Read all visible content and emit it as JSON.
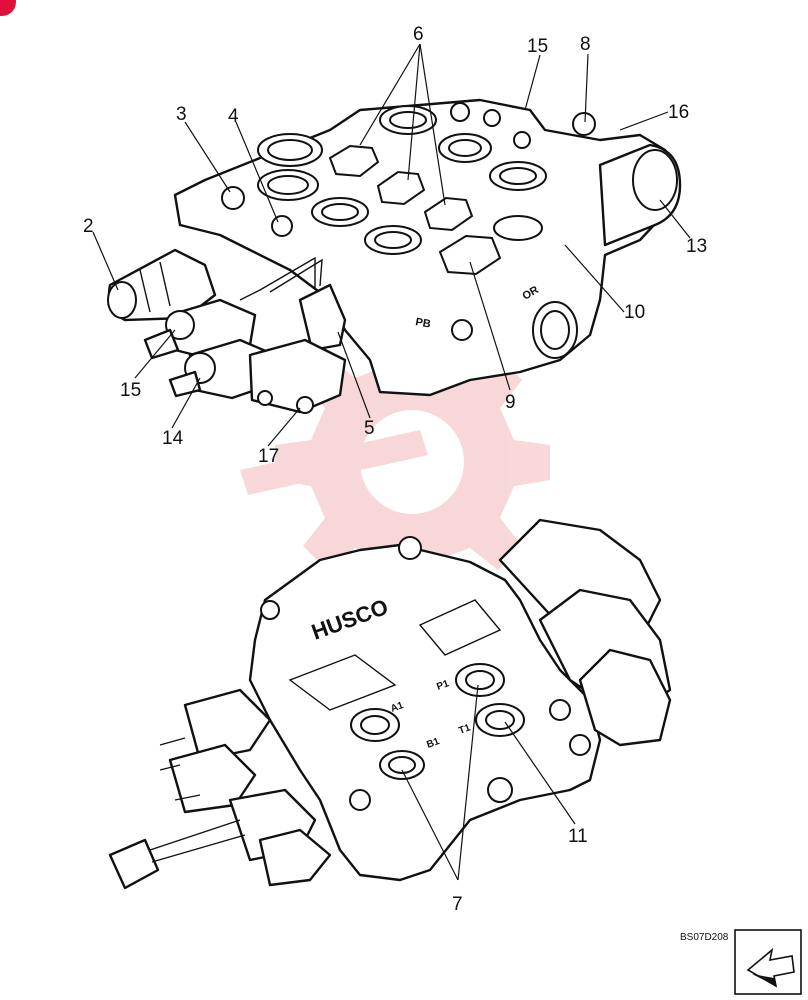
{
  "callouts": [
    {
      "id": "label-6",
      "text": "6"
    },
    {
      "id": "label-15-top",
      "text": "15"
    },
    {
      "id": "label-8",
      "text": "8"
    },
    {
      "id": "label-16",
      "text": "16"
    },
    {
      "id": "label-3",
      "text": "3"
    },
    {
      "id": "label-4",
      "text": "4"
    },
    {
      "id": "label-2",
      "text": "2"
    },
    {
      "id": "label-13",
      "text": "13"
    },
    {
      "id": "label-10",
      "text": "10"
    },
    {
      "id": "label-15-left",
      "text": "15"
    },
    {
      "id": "label-9",
      "text": "9"
    },
    {
      "id": "label-14",
      "text": "14"
    },
    {
      "id": "label-17",
      "text": "17"
    },
    {
      "id": "label-5",
      "text": "5"
    },
    {
      "id": "label-11",
      "text": "11"
    },
    {
      "id": "label-7",
      "text": "7"
    }
  ],
  "cast_marks": {
    "brand": "HUSCO",
    "port_a": "A1",
    "port_b": "B1",
    "port_p": "P1",
    "port_t": "T1",
    "top_p": "PB",
    "top_o": "OR"
  },
  "drawing_ref": "BS07D208",
  "colors": {
    "line": "#111111",
    "watermark": "#f2b8b8",
    "corner_badge": "#e0103a"
  },
  "icons": [
    "direction-arrow-icon",
    "gear-watermark-icon"
  ]
}
